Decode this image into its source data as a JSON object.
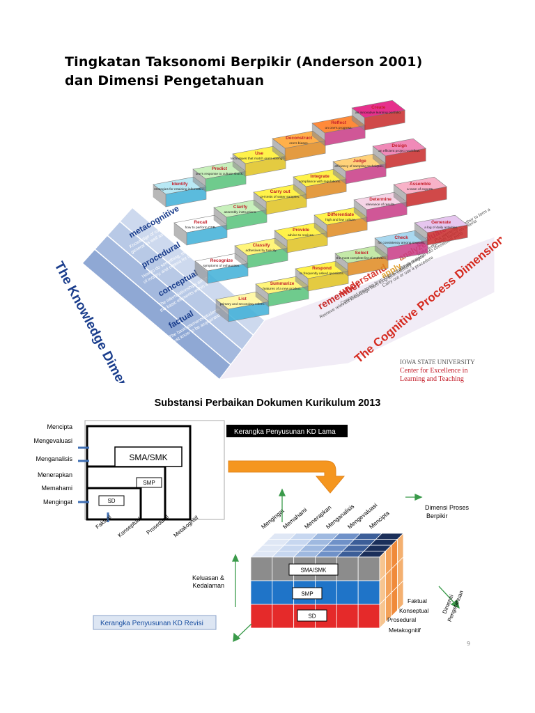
{
  "title": {
    "line1": "Tingkatan Taksonomi Berpikir (Anderson 2001)",
    "line2": "dan Dimensi Pengetahuan"
  },
  "pyramid": {
    "knowledge_axis": "The Knowledge Dimension",
    "cognitive_axis": "The Cognitive Process Dimension",
    "knowledge_levels": [
      {
        "name": "metacognitive",
        "desc1": "Knowledge of cognition in",
        "desc2": "general as well as awareness"
      },
      {
        "name": "procedural",
        "desc1": "How to do something, methods",
        "desc2": "of inquiry, and criteria for using"
      },
      {
        "name": "conceptual",
        "desc1": "The interrelationships among",
        "desc2": "the basic elements within a"
      },
      {
        "name": "factual",
        "desc1": "The basic elements students",
        "desc2": "must know to be acquainted"
      }
    ],
    "process_levels": [
      {
        "name": "create",
        "desc": "Put elements together to form a"
      },
      {
        "name": "evaluate",
        "desc": "Make judgments based on criteria"
      },
      {
        "name": "analyze",
        "desc": "Break material into constituent parts"
      },
      {
        "name": "apply",
        "desc": "Carry out or use a procedure"
      },
      {
        "name": "understand",
        "desc": "Construct meaning from instructional messages"
      },
      {
        "name": "remember",
        "desc": "Retrieve relevant knowledge from long-term memory"
      }
    ],
    "cells": [
      [
        {
          "h": "List",
          "d": "primary and secondary colors."
        },
        {
          "h": "Summarize",
          "d": "features of a new product."
        },
        {
          "h": "Respond",
          "d": "to frequently asked questions."
        },
        {
          "h": "Select",
          "d": "the most complete list of activities."
        },
        {
          "h": "Check",
          "d": "for consistency among sources."
        },
        {
          "h": "Generate",
          "d": "a log of daily activities."
        }
      ],
      [
        {
          "h": "Recognize",
          "d": "symptoms of exhaustion."
        },
        {
          "h": "Classify",
          "d": "adhesives by toxicity."
        },
        {
          "h": "Provide",
          "d": "advice to novices."
        },
        {
          "h": "Differentiate",
          "d": "high and low culture."
        },
        {
          "h": "Determine",
          "d": "relevance of results."
        },
        {
          "h": "Assemble",
          "d": "a team of experts."
        }
      ],
      [
        {
          "h": "Recall",
          "d": "how to perform CPR."
        },
        {
          "h": "Clarify",
          "d": "assembly instructions."
        },
        {
          "h": "Carry out",
          "d": "pH tests of water samples."
        },
        {
          "h": "Integrate",
          "d": "compliance with regulations."
        },
        {
          "h": "Judge",
          "d": "efficiency of sampling techniques."
        },
        {
          "h": "Design",
          "d": "an efficient project workflow."
        }
      ],
      [
        {
          "h": "Identify",
          "d": "strategies for retaining information."
        },
        {
          "h": "Predict",
          "d": "one's response to culture shock."
        },
        {
          "h": "Use",
          "d": "techniques that match one's strengths."
        },
        {
          "h": "Deconstruct",
          "d": "one's biases."
        },
        {
          "h": "Reflect",
          "d": "on one's progress."
        },
        {
          "h": "Create",
          "d": "an innovative learning portfolio."
        }
      ]
    ],
    "credit_line1": "IOWA STATE UNIVERSITY",
    "credit_line2": "Center for Excellence in",
    "credit_line3": "Learning and Teaching",
    "colors": {
      "red": "#e8312f",
      "orange": "#f5a623",
      "yellow": "#fff24a",
      "green": "#8fd17a",
      "cyan": "#6fd3de",
      "blue": "#4a78c8",
      "magenta": "#e64aa8",
      "axis_blue": "#1a3d8c",
      "axis_red": "#d52a1f"
    }
  },
  "kurikulum": {
    "title": "Substansi Perbaikan Dokumen Kurikulum 2013",
    "old_label": "Kerangka Penyusunan KD Lama",
    "new_label": "Kerangka Penyusunan KD Revisi",
    "levels": [
      "Mencipta",
      "Mengevaluasi",
      "Menganalisis",
      "Menerapkan",
      "Memahami",
      "Mengingat"
    ],
    "knowledge": [
      "Faktual",
      "Konseptual",
      "Prosedural",
      "Metakognitif"
    ],
    "boxes": [
      "SMA/SMK",
      "SMP",
      "SD"
    ],
    "cube_top_labels": [
      "Mengingat",
      "Memahami",
      "Menerapkan",
      "Menganalisis",
      "Mengevaluasi",
      "Mencipta"
    ],
    "dim_proses_line1": "Dimensi Proses",
    "dim_proses_line2": "Berpikir",
    "keluasan_line1": "Keluasan &",
    "keluasan_line2": "Kedalaman",
    "dim_pengetahuan_line1": "Dimensi",
    "dim_pengetahuan_line2": "Pengetahuan",
    "cube_side_labels": [
      "Faktual",
      "Konseptual",
      "Prosedural",
      "Metakognitif"
    ],
    "colors": {
      "gray": "#8c8c8c",
      "blue": "#1f74c8",
      "red": "#e52a2a",
      "orange": "#f4a259",
      "arrow_orange": "#f5961f",
      "green": "#3a9a4a",
      "navy": "#1b2f5a",
      "light": "#c7d7f0"
    }
  },
  "page_number": "9"
}
